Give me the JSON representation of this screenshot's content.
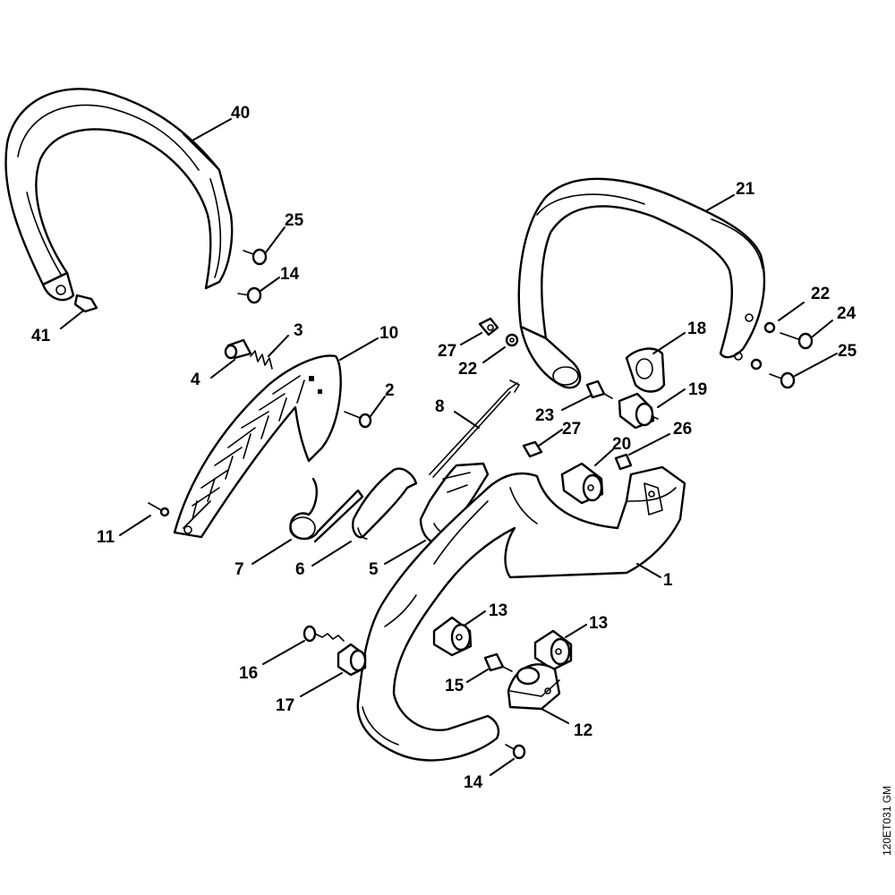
{
  "diagram": {
    "reference_code": "120ET031 GM",
    "callouts": [
      {
        "id": "c40",
        "label": "40"
      },
      {
        "id": "c25a",
        "label": "25"
      },
      {
        "id": "c14a",
        "label": "14"
      },
      {
        "id": "c41",
        "label": "41"
      },
      {
        "id": "c3",
        "label": "3"
      },
      {
        "id": "c10",
        "label": "10"
      },
      {
        "id": "c4",
        "label": "4"
      },
      {
        "id": "c2",
        "label": "2"
      },
      {
        "id": "c11",
        "label": "11"
      },
      {
        "id": "c7",
        "label": "7"
      },
      {
        "id": "c6",
        "label": "6"
      },
      {
        "id": "c5",
        "label": "5"
      },
      {
        "id": "c8",
        "label": "8"
      },
      {
        "id": "c21",
        "label": "21"
      },
      {
        "id": "c27a",
        "label": "27"
      },
      {
        "id": "c22a",
        "label": "22"
      },
      {
        "id": "c18",
        "label": "18"
      },
      {
        "id": "c22b",
        "label": "22"
      },
      {
        "id": "c24",
        "label": "24"
      },
      {
        "id": "c25b",
        "label": "25"
      },
      {
        "id": "c19",
        "label": "19"
      },
      {
        "id": "c23",
        "label": "23"
      },
      {
        "id": "c27b",
        "label": "27"
      },
      {
        "id": "c20",
        "label": "20"
      },
      {
        "id": "c26",
        "label": "26"
      },
      {
        "id": "c1",
        "label": "1"
      },
      {
        "id": "c13a",
        "label": "13"
      },
      {
        "id": "c13b",
        "label": "13"
      },
      {
        "id": "c16",
        "label": "16"
      },
      {
        "id": "c17",
        "label": "17"
      },
      {
        "id": "c15",
        "label": "15"
      },
      {
        "id": "c12",
        "label": "12"
      },
      {
        "id": "c14b",
        "label": "14"
      }
    ]
  }
}
